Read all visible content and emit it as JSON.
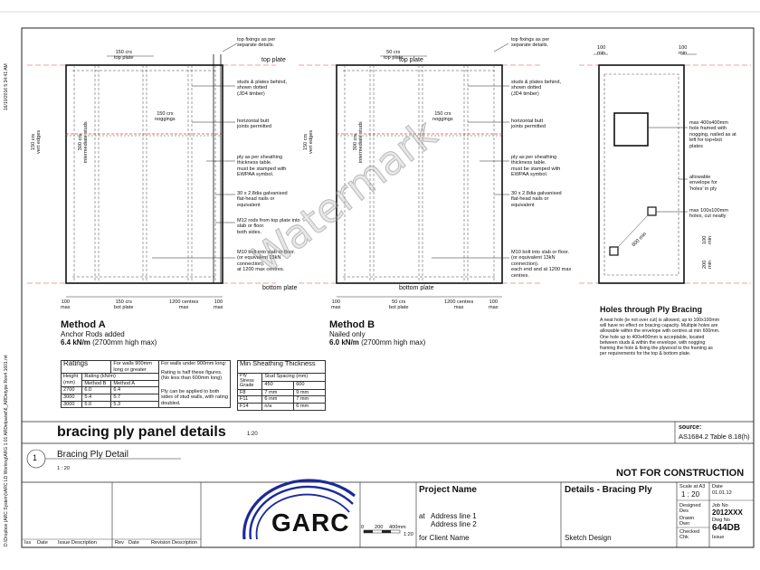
{
  "side_text": {
    "timestamp": "16/10/2016 5:34:41 AM",
    "file_path": "D:\\Dropbox (ARC System)\\ARC LD Working\\ARG 1.01 ARDetpanel\\6_ARDetype Rev4 1601.rvt"
  },
  "panel_a": {
    "top_plate": "top plate",
    "bottom_plate": "bottom plate",
    "top_fixings": "top fixings as per\nseparate details.",
    "studs_plates": "studs & plates behind,\nshown dotted\n(JD4 timber)",
    "butt_joints": "horizontal butt\njoints permitted",
    "ply_sheathing": "ply as per sheathing\nthickness table.\nmust be stamped with\nEWPAA symbol.",
    "nails": "30 x 2.8dia galvanised\nflat-head nails or\nequivalent",
    "m12_rods": "M12 rods from top plate into\nslab or floor.\nboth sides.",
    "m10_bolt": "M10 bolt into slab or floor.\n(or equivalent 13kN\nconnection).\nat 1200 max centres.",
    "dim_150_top": "150 crs\ntop plate",
    "dim_150_edges": "150 crs\nvert edges",
    "dim_300_studs": "300 crs\nintermediate studs",
    "dim_150_noggings": "150 crs\nnoggings",
    "dim_100_left": "100\nmax",
    "dim_150_bot": "150 crs\nbot plate",
    "dim_1200": "1200 centres\nmax",
    "dim_100_right": "100\nmax"
  },
  "panel_b": {
    "top_plate": "top plate",
    "bottom_plate": "bottom plate",
    "top_fixings": "top fixings as per\nseparate details.",
    "studs_plates": "studs & plates behind,\nshown dotted\n(JD4 timber)",
    "butt_joints": "horizontal butt\njoints permitted",
    "ply_sheathing": "ply as per sheathing\nthickness table.\nmust be stamped with\nEWPAA symbol.",
    "nails": "30 x 2.8dia galvanised\nflat-head nails or\nequivalent",
    "m10_bolt": "M10 bolt into slab or floor.\n(or equivalent 13kN\nconnection).\neach end and at 1200 max\ncentres.",
    "dim_50_top": "50 crs\ntop plate",
    "dim_150_edges": "150 crs\nvert edges",
    "dim_300_studs": "300 crs\nintermediate studs",
    "dim_150_noggings": "150 crs\nnoggings",
    "dim_100_left": "100\nmax",
    "dim_50_bot": "50 crs\nbot plate",
    "dim_1200": "1200 centres\nmax",
    "dim_100_right": "100\nmax"
  },
  "panel_c": {
    "dim_100_top": "100\nmin",
    "dim_100_topright": "100\nmin",
    "hole_400": "max 400x400mm\nhole framed with\nnogging, nailed as at\nleft for top+bot\nplates",
    "envelope": "allowable\nenvelope for\n'holes' in ply",
    "hole_100": "max 100x100mm\nholes, cut neatly",
    "dim_600": "600 min",
    "dim_200": "200\nmin",
    "dim_100_side": "100\nmin"
  },
  "method_a": {
    "title": "Method A",
    "subtitle": "Anchor Rods added",
    "rating_value": "6.4 kN/m",
    "rating_note": " (2700mm high max)"
  },
  "method_b": {
    "title": "Method B",
    "subtitle": "Nailed only",
    "rating_value": "6.0 kN/m",
    "rating_note": " (2700mm high max)"
  },
  "holes": {
    "title": "Holes through Ply Bracing",
    "body": "A neat hole (ie not over cut) is allowed, up to 100x100mm\nwill have no effect on bracing capacity. Multiple holes are\nallowable within the envelope with centres at min 600mm.\nOne hole up to 400x400mm is acceptable, located\nbetween studs & within the envelope, with nogging\nframing the hole & fixing the plywood to the framing as\nper requirements for the top & bottom plate."
  },
  "ratings_table": {
    "title": "Ratings",
    "col_note": "For walls 900mm\nlong or greater",
    "h_height": "Height\n(mm)",
    "h_rating": "Rating (kN/m)",
    "h_method_b": "Method B",
    "h_method_a": "Method A",
    "rows": [
      {
        "height": "2700",
        "b": "6.0",
        "a": "6.4"
      },
      {
        "height": "3000",
        "b": "5.4",
        "a": "5.7"
      },
      {
        "height": "3000",
        "b": "5.0",
        "a": "5.3"
      }
    ],
    "short_title": "For walls under 900mm long:",
    "short_note1": "Rating is half these figures.\n(No less than 600mm long)",
    "short_note2": "Ply can be applied to both\nsides of stud walls, with rating\ndoubled."
  },
  "sheathing_table": {
    "title": "Min Sheathing Thickness",
    "h_ply": "Ply\nStress\nGrade",
    "h_spacing": "Stud Spacing (mm)",
    "h_450": "450",
    "h_600": "600",
    "rows": [
      {
        "grade": "F8",
        "s450": "7 mm",
        "s600": "9 mm"
      },
      {
        "grade": "F11",
        "s450": "6 mm",
        "s600": "7 mm"
      },
      {
        "grade": "F14",
        "s450": "n/a",
        "s600": "6 mm"
      }
    ]
  },
  "detail_title": {
    "text": "bracing ply panel details",
    "scale": "1:20",
    "source_label": "source:",
    "source_value": "AS1684.2 Table 8.18(h)"
  },
  "view_header": {
    "number": "1",
    "name": "Bracing Ply Detail",
    "scale": "1 : 20",
    "status": "NOT FOR CONSTRUCTION"
  },
  "title_block": {
    "iss_label": "Iss",
    "date_label": "Date",
    "issue_desc_label": "Issue Description",
    "rev_label": "Rev",
    "rev_date_label": "Date",
    "revision_desc_label": "Revision Description",
    "logo_text": "GARC",
    "scale_bar_0": "0",
    "scale_bar_200": "200",
    "scale_bar_400": "400mm",
    "scale_bar_ratio": "1:20",
    "project_name": "Project Name",
    "at_label": "at",
    "address1": "Address line 1",
    "address2": "Address line 2",
    "client": "for Client Name",
    "drawing_title": "Details - Bracing Ply",
    "stage": "Sketch Design",
    "scale_label": "Scale at A3",
    "scale_value": "1 : 20",
    "date_label2": "Date",
    "date_value": "01.01.12",
    "designed_label": "Designed",
    "designed_value": "Des",
    "drawn_label": "Drawn",
    "drawn_value": "Dwn",
    "checked_label": "Checked",
    "checked_value": "Chk",
    "job_label": "Job No",
    "job_value": "2012XXX",
    "dwg_label": "Dwg No",
    "dwg_value": "644DB",
    "issue_label": "Issue"
  },
  "watermark": "Watermark"
}
